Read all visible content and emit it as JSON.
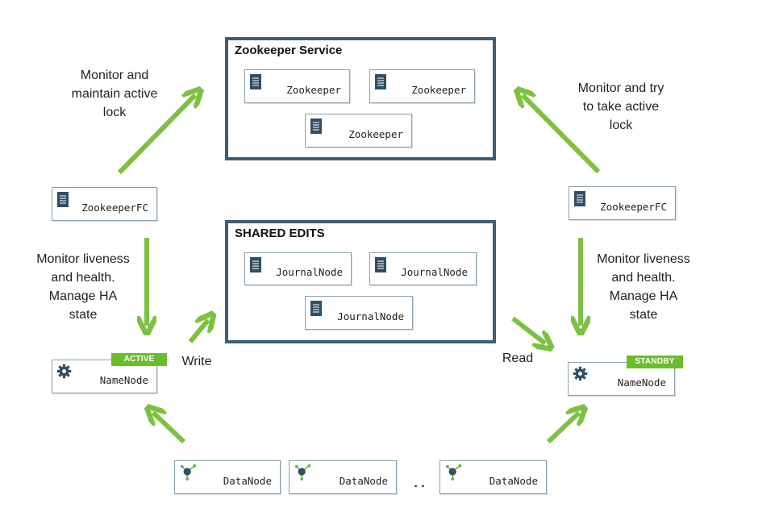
{
  "zookeeper_service": {
    "title": "Zookeeper Service",
    "nodes": [
      "Zookeeper",
      "Zookeeper",
      "Zookeeper"
    ]
  },
  "shared_edits": {
    "title": "SHARED EDITS",
    "nodes": [
      "JournalNode",
      "JournalNode",
      "JournalNode"
    ]
  },
  "left": {
    "zkfc_label": "ZookeeperFC",
    "top_annotation": [
      "Monitor and",
      "maintain active",
      "lock"
    ],
    "mid_annotation": [
      "Monitor liveness",
      "and health.",
      "Manage HA",
      "state"
    ],
    "namenode_label": "NameNode",
    "badge": "ACTIVE",
    "edge_label": "Write"
  },
  "right": {
    "zkfc_label": "ZookeeperFC",
    "top_annotation": [
      "Monitor and try",
      "to take active",
      "lock"
    ],
    "mid_annotation": [
      "Monitor liveness",
      "and health.",
      "Manage HA",
      "state"
    ],
    "namenode_label": "NameNode",
    "badge": "STANDBY",
    "edge_label": "Read"
  },
  "datanodes": [
    "DataNode",
    "DataNode",
    "DataNode"
  ],
  "ellipsis": ". .",
  "colors": {
    "arrow": "#7dc142",
    "border": "#3f5d73",
    "badge": "#6cbd2c",
    "icon": "#2f4f63",
    "dn_green": "#5fb33a"
  },
  "icons": {
    "server": "server-icon",
    "gear": "gear-icon",
    "node": "network-node-icon"
  }
}
